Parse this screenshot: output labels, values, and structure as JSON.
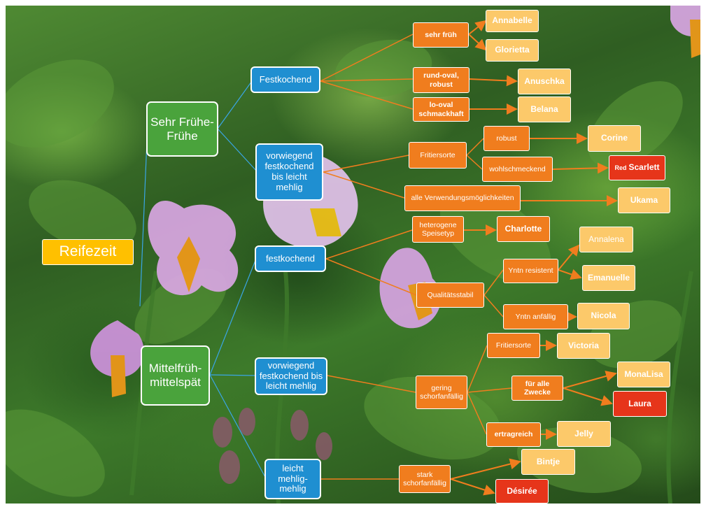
{
  "root": "Reifezeit",
  "groups": {
    "early": "Sehr Frühe-Frühe",
    "mid": "Mittelfrüh-mittelspät"
  },
  "cooking": {
    "festkochend_early": "Festkochend",
    "vorwiegend_early": "vorwiegend festkochend bis leicht mehlig",
    "festkochend_mid": "festkochend",
    "vorwiegend_mid": "vorwiegend festkochend bis leicht mehlig",
    "mehlig_mid": "leicht mehlig-mehlig"
  },
  "traits": {
    "sehr_frueh": "sehr früh",
    "rund_oval": "rund-oval, robust",
    "lo_oval": "lo-oval schmackhaft",
    "fritiersorte_1": "Fritiersorte",
    "robust": "robust",
    "wohlschmeckend": "wohlschmeckend",
    "alle_verwendung": "alle Verwendungsmöglichkeiten",
    "heterogene": "heterogene Speisetyp",
    "qualitaetsstabil": "Qualitätsstabil",
    "yntn_resistent": "Yntn resistent",
    "yntn_anfaellig": "Yntn anfällig",
    "fritiersorte_2": "Fritiersorte",
    "gering_schorf": "gering schorfanfällig",
    "fuer_alle": "für alle Zwecke",
    "ertragreich": "ertragreich",
    "stark_schorf": "stark schorfanfällig"
  },
  "varieties": {
    "annabelle": "Annabelle",
    "glorietta": "Glorietta",
    "anuschka": "Anuschka",
    "belana": "Belana",
    "corine": "Corine",
    "red_scarlett_prefix": "Red",
    "red_scarlett": "Scarlett",
    "ukama": "Ukama",
    "charlotte": "Charlotte",
    "annalena": "Annalena",
    "emanuelle": "Emanuelle",
    "nicola": "Nicola",
    "victoria": "Victoria",
    "monalisa": "MonaLisa",
    "laura": "Laura",
    "jelly": "Jelly",
    "bintje": "Bintje",
    "desiree": "Désirée"
  },
  "colors": {
    "group": "#4aa33c",
    "cooking": "#1f8fd1",
    "trait": "#f07d1e",
    "variety": "#fcc96a",
    "variety_red": "#e6351a",
    "root": "#ffc000",
    "connector_blue": "#3aa6e6",
    "connector_orange": "#f07d1e"
  }
}
